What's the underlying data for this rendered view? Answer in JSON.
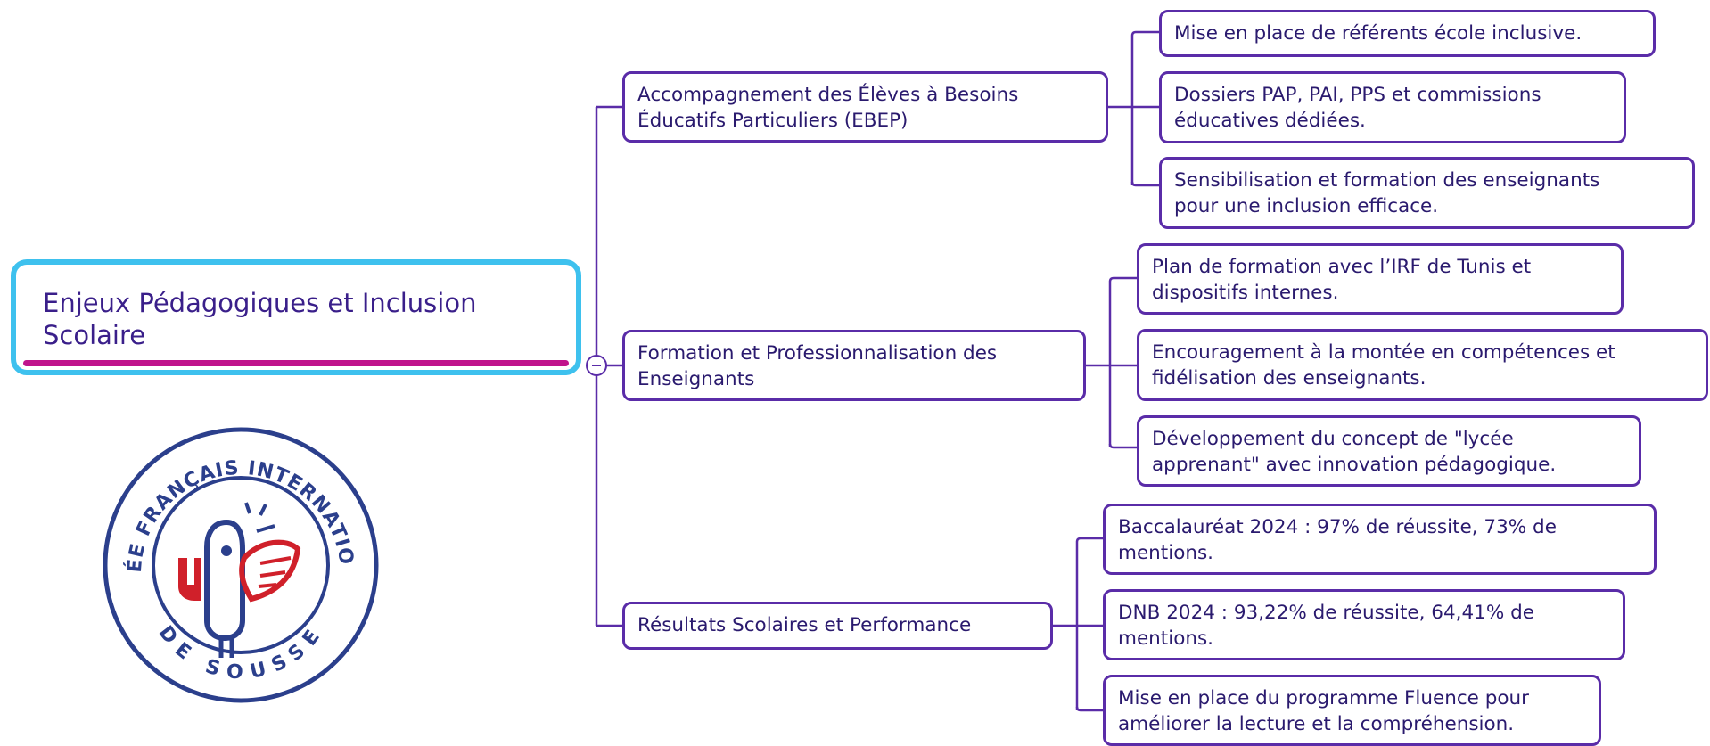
{
  "root": {
    "line1": "Enjeux Pédagogiques et Inclusion",
    "line2": "Scolaire"
  },
  "branches": [
    {
      "line1": "Accompagnement des Élèves à Besoins",
      "line2": "Éducatifs Particuliers (EBEP)",
      "children": [
        {
          "line1": "Mise en place de référents école inclusive.",
          "line2": ""
        },
        {
          "line1": "Dossiers PAP, PAI, PPS et commissions",
          "line2": "éducatives dédiées."
        },
        {
          "line1": "Sensibilisation et formation des enseignants",
          "line2": "pour une inclusion efficace."
        }
      ]
    },
    {
      "line1": "Formation et Professionnalisation des",
      "line2": "Enseignants",
      "children": [
        {
          "line1": "Plan de formation avec l’IRF de Tunis et",
          "line2": "dispositifs internes."
        },
        {
          "line1": "Encouragement à la montée en compétences et",
          "line2": "fidélisation des enseignants."
        },
        {
          "line1": "Développement du concept de \"lycée",
          "line2": "apprenant\" avec innovation pédagogique."
        }
      ]
    },
    {
      "line1": "Résultats Scolaires et Performance",
      "line2": "",
      "children": [
        {
          "line1": "Baccalauréat 2024 : 97% de réussite, 73% de",
          "line2": "mentions."
        },
        {
          "line1": "DNB 2024 : 93,22% de réussite, 64,41% de",
          "line2": "mentions."
        },
        {
          "line1": "Mise en place du programme Fluence pour",
          "line2": "améliorer la lecture et la compréhension."
        }
      ]
    }
  ],
  "logo": {
    "top_text": "LYCÉE FRANÇAIS INTERNATIONAL",
    "bottom_text": "DE SOUSSE"
  },
  "colors": {
    "node_border": "#5a2ca8",
    "node_text": "#2a1a6e",
    "root_border": "#3ec1ee",
    "root_accent": "#c0148c",
    "logo_blue": "#2b3f8c",
    "logo_red": "#d0202a"
  }
}
